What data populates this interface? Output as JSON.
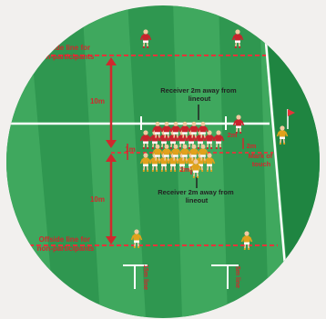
{
  "labels": {
    "offside_top": [
      "Offside line for",
      "non-participants"
    ],
    "offside_bottom": [
      "Offside line for",
      "non-participants"
    ],
    "receiver_top": [
      "Receiver 2m away from",
      "lineout"
    ],
    "receiver_bottom": [
      "Receiver 2m away from",
      "lineout"
    ],
    "dist_top": "10m",
    "dist_bottom": "10m",
    "gap_1m": "1m",
    "gap_2m_right": "2m",
    "gap_2m_receiver": "2m",
    "gap_2m_scrumhalf": "2m",
    "mark_of_touch": [
      "Mark of",
      "touch"
    ],
    "line_15m": "15m line",
    "line_5m": "5m line"
  },
  "colors": {
    "field_light": "#3aa35a",
    "field_dark": "#2a8a48",
    "field_edge": "#1d7a3b",
    "red_team": "#c8232c",
    "yellow_team": "#e0a21c",
    "dashed_line": "#e8333a",
    "white_line": "#ffffff"
  }
}
